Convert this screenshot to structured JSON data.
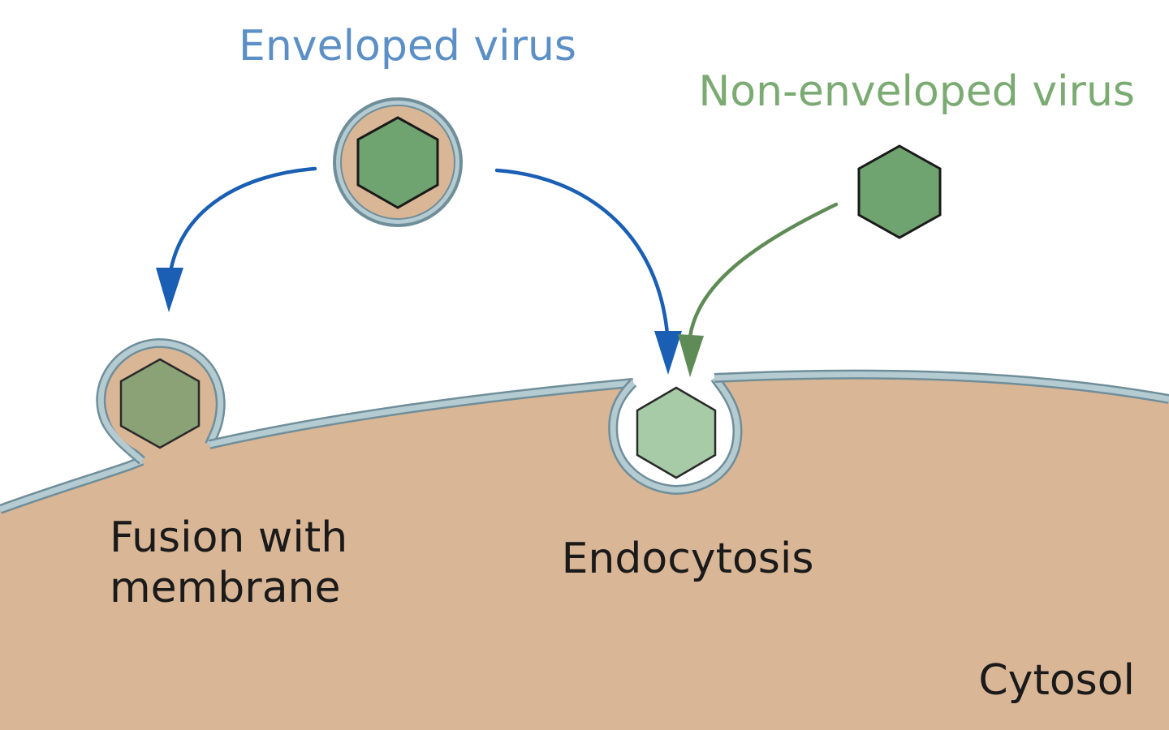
{
  "labels": {
    "enveloped_virus": "Enveloped virus",
    "non_enveloped_virus": "Non-enveloped virus",
    "fusion_line1": "Fusion with",
    "fusion_line2": "membrane",
    "endocytosis": "Endocytosis",
    "cytosol": "Cytosol"
  },
  "colors": {
    "cytosol_fill": "#d9b696",
    "membrane": "#a9c0c8",
    "membrane_outline": "#6f8e99",
    "capsid": "#6fa36f",
    "capsid_light": "#a6cba6",
    "capsid_muted": "#8ba276",
    "enveloped_arrow": "#1a5fb4",
    "non_enveloped_arrow": "#5f8b56",
    "enveloped_label": "#5b8fc6",
    "non_enveloped_label": "#7bab72",
    "text_dark": "#1a1a1a"
  }
}
